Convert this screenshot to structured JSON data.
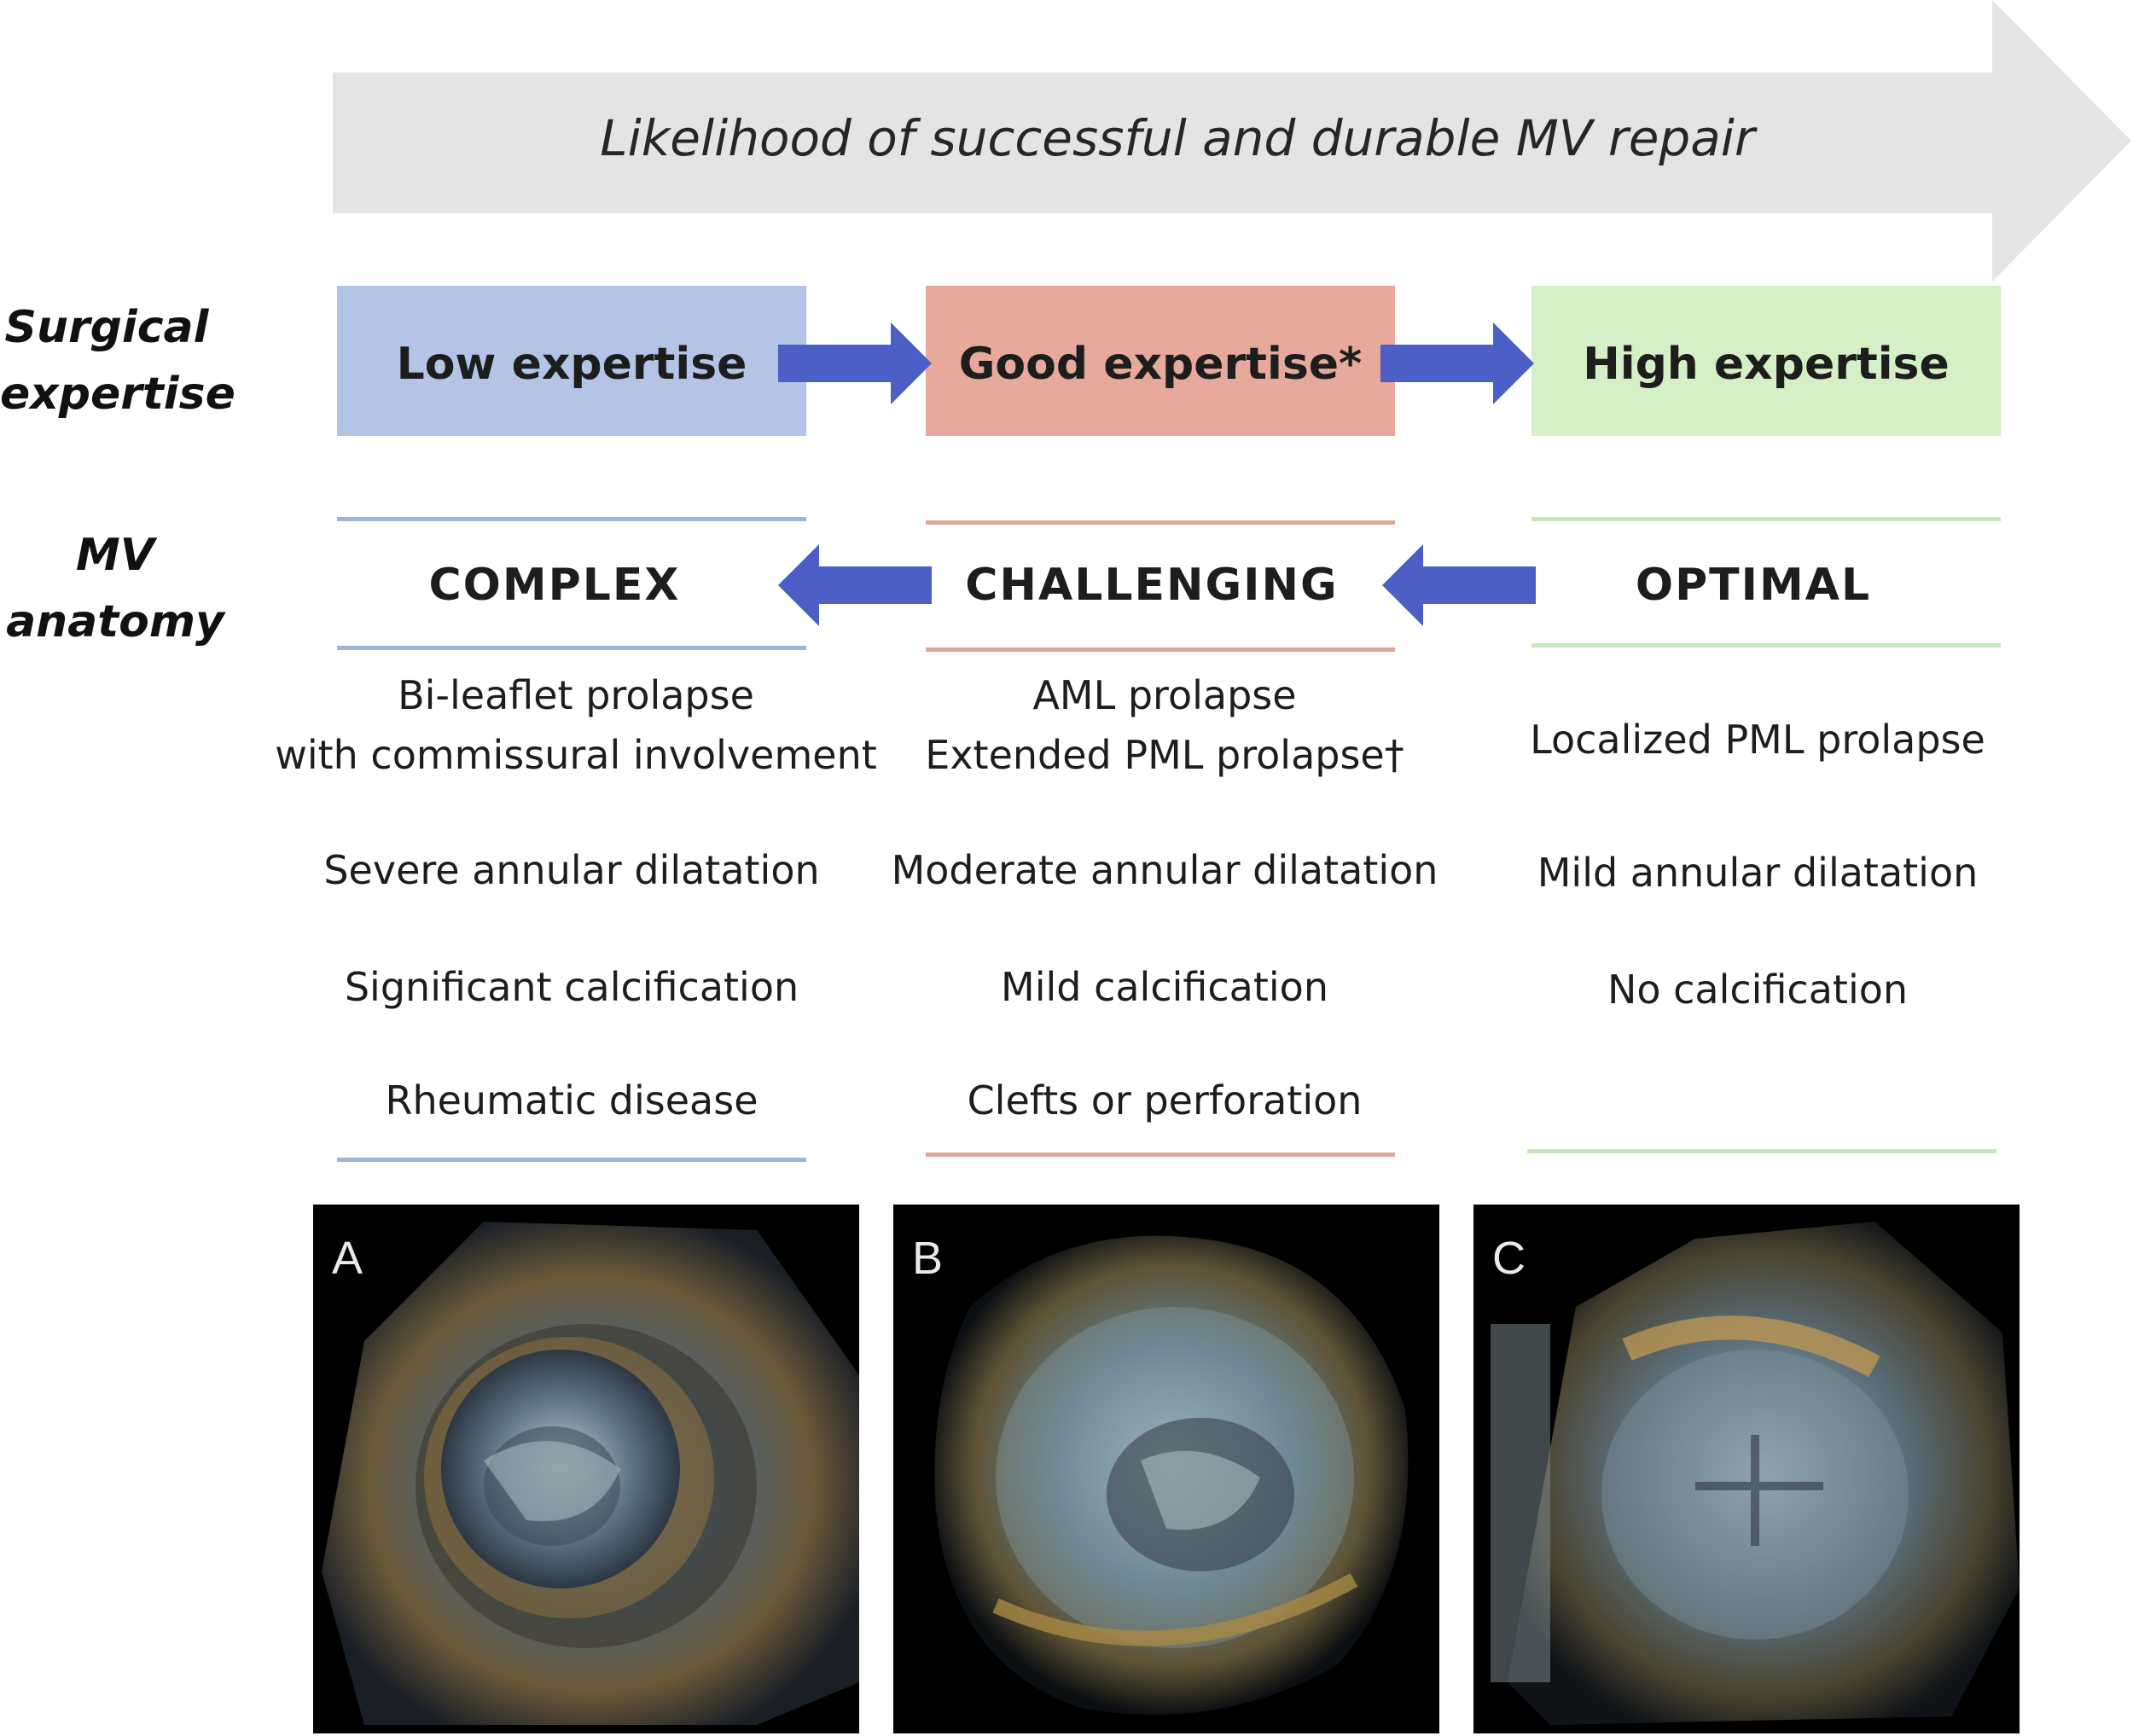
{
  "banner": {
    "text": "Likelihood of successful and durable MV repair"
  },
  "row_labels": {
    "surgical": [
      "Surgical",
      "expertise"
    ],
    "anatomy": [
      "MV",
      "anatomy"
    ]
  },
  "expertise": [
    {
      "label": "Low expertise",
      "color": "#b3c4e6"
    },
    {
      "label": "Good expertise*",
      "color": "#e6a99c"
    },
    {
      "label": "High expertise",
      "color": "#d5efc6"
    }
  ],
  "anatomy": [
    {
      "heading": "COMPLEX",
      "line_color": "#9eb3dd",
      "features": [
        "Bi-leaflet prolapse",
        "with commissural involvement",
        "Severe annular dilatation",
        "Significant calcification",
        "Rheumatic disease"
      ]
    },
    {
      "heading": "CHALLENGING",
      "line_color": "#e3a597",
      "features": [
        "AML prolapse",
        "Extended PML prolapse†",
        "Moderate annular dilatation",
        "Mild calcification",
        "Clefts or perforation"
      ]
    },
    {
      "heading": "OPTIMAL",
      "line_color": "#c7e9b9",
      "features": [
        "Localized PML prolapse",
        "Mild annular dilatation",
        "No calcification"
      ]
    }
  ],
  "panels": [
    "A",
    "B",
    "C"
  ],
  "colors": {
    "arrow_blue": "#4b5fc6",
    "banner_gray": "#e4e4e4"
  }
}
